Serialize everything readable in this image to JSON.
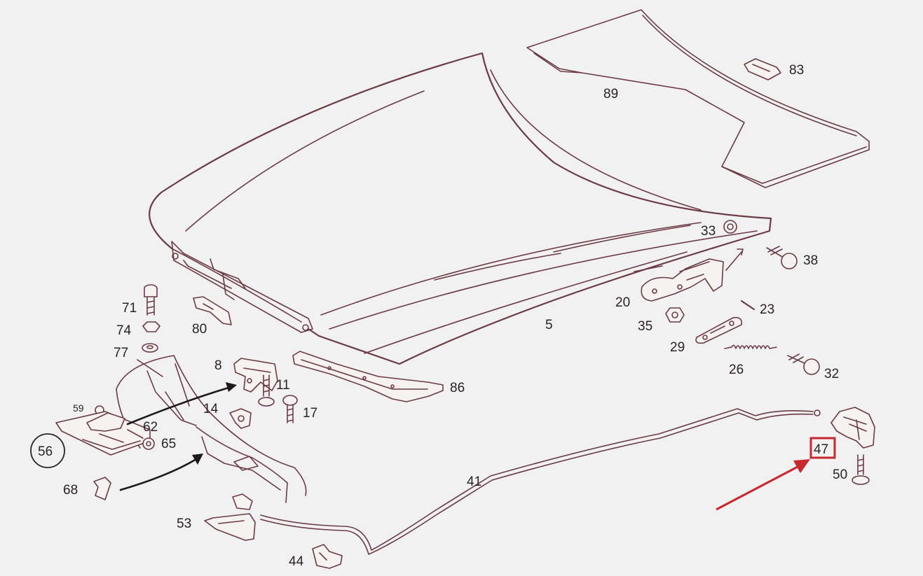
{
  "diagram": {
    "part_labels": {
      "p5": "5",
      "p8": "8",
      "p11": "11",
      "p14": "14",
      "p17": "17",
      "p20": "20",
      "p23": "23",
      "p26": "26",
      "p29": "29",
      "p32": "32",
      "p33": "33",
      "p35": "35",
      "p38": "38",
      "p41": "41",
      "p44": "44",
      "p47": "47",
      "p50": "50",
      "p53": "53",
      "p56": "56",
      "p59": "59",
      "p62": "62",
      "p65": "65",
      "p68": "68",
      "p71": "71",
      "p74": "74",
      "p77": "77",
      "p80": "80",
      "p83": "83",
      "p86": "86",
      "p89": "89"
    },
    "highlight": {
      "part": "47",
      "color": "#c8282e"
    },
    "colors": {
      "line": "#6b3b45",
      "text": "#2a2226",
      "background": "#f1f1f1",
      "callout": "#c8282e"
    }
  }
}
